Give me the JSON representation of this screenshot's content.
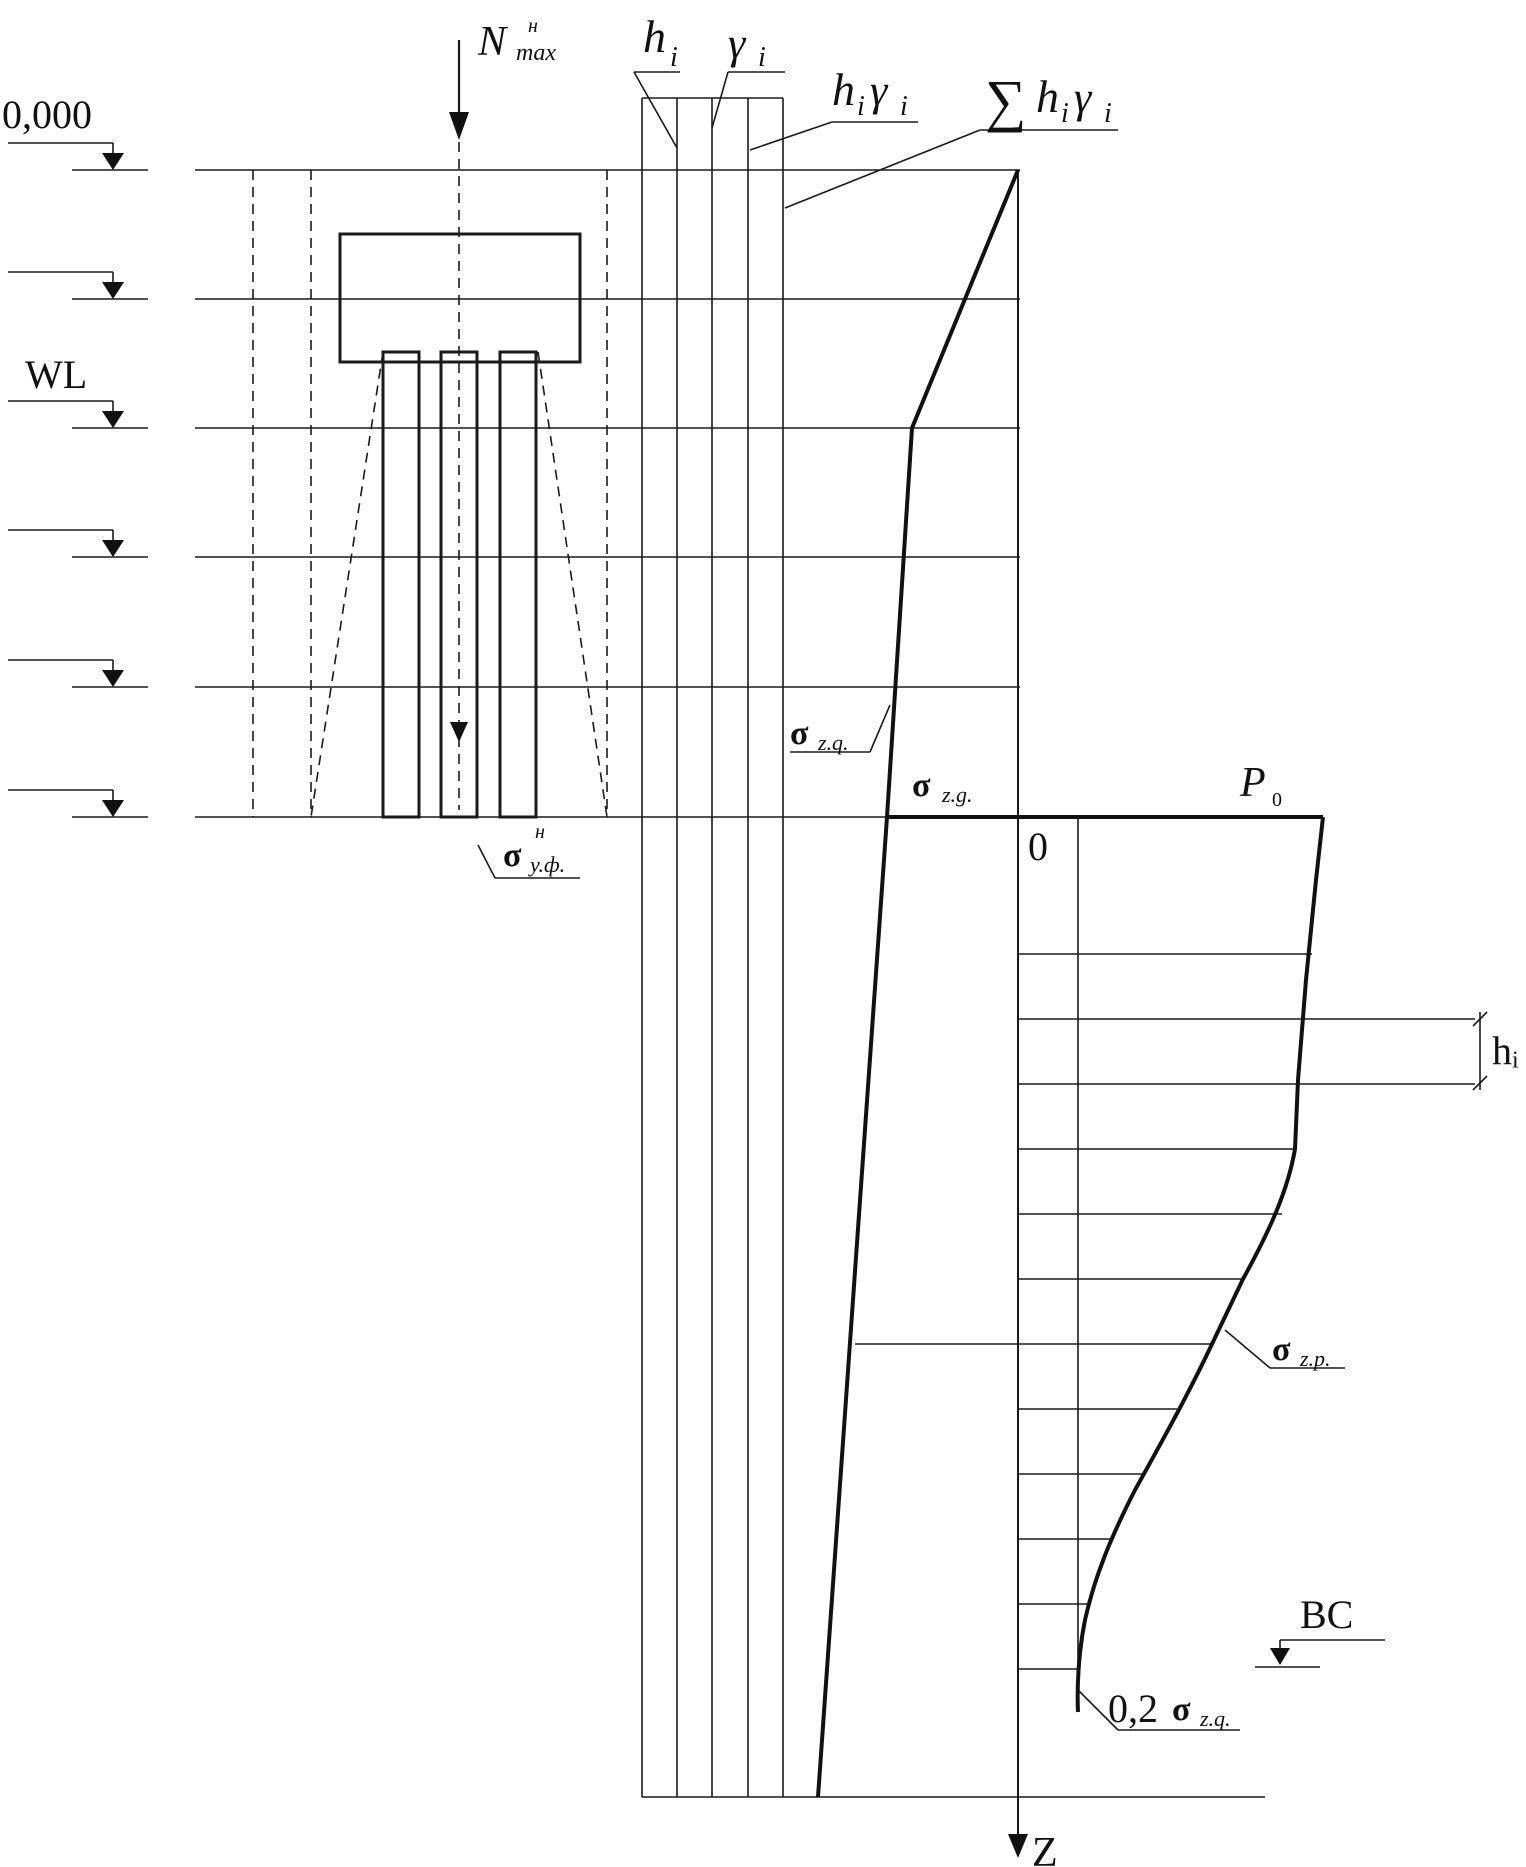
{
  "labels": {
    "level_zero": "0,000",
    "water_level": "WL",
    "bottom_level": "BC",
    "load": "N",
    "load_sup": "н",
    "load_sub": "max",
    "h": "h",
    "gamma": "γ",
    "idx": "i",
    "sum": "∑",
    "sigma": "σ",
    "sub_zq": "z.q.",
    "sub_zg": "z.g.",
    "sub_zp": "z.p.",
    "sub_yf": "y.ф.",
    "sup_n": "н",
    "p0_p": "P",
    "p0_sub": "0",
    "zero": "0",
    "hi_right": "hᵢ",
    "coef": "0,2",
    "axis_z": "Z"
  }
}
